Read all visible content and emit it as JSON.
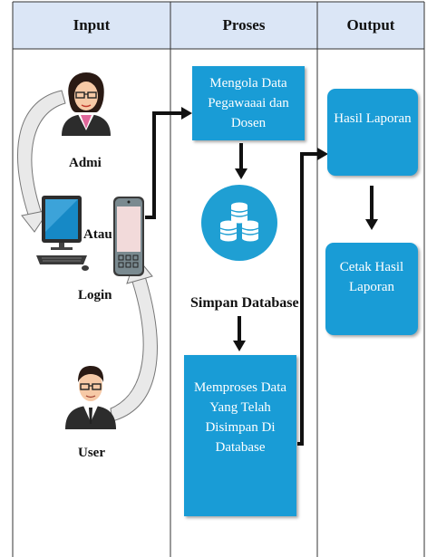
{
  "headers": {
    "input": "Input",
    "proses": "Proses",
    "output": "Output"
  },
  "input_labels": {
    "admin": "Admi",
    "atau": "Atau",
    "login": "Login",
    "user": "User"
  },
  "process": {
    "mengola": [
      "Mengola Data",
      "Pegawaaai  dan",
      "Dosen"
    ],
    "simpan": "Simpan Database",
    "memproses": [
      "Memproses Data",
      "Yang Telah",
      "Disimpan Di",
      "Database"
    ]
  },
  "output": {
    "hasil": "Hasil Laporan",
    "cetak": [
      "Cetak Hasil",
      "Laporan"
    ]
  },
  "icons": [
    "admin-avatar-icon",
    "desktop-computer-icon",
    "smartphone-icon",
    "user-avatar-icon",
    "database-icon"
  ],
  "colors": {
    "header_bg": "#dbe6f6",
    "box_fill": "#199cd6",
    "database_circle": "#1f9fd3"
  }
}
